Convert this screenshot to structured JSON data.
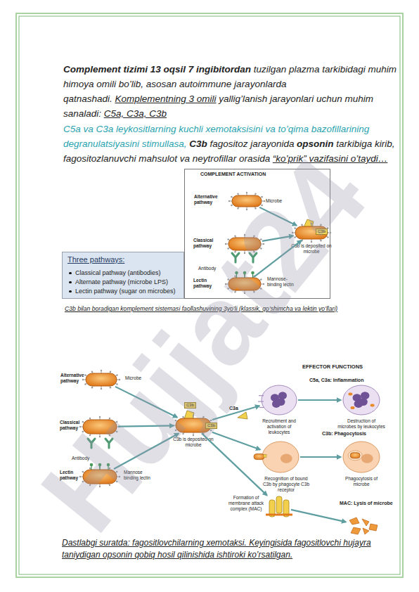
{
  "diagram": {
    "nodes": [
      {
        "text": [
          "COMPLEMENT ACTIVATION"
        ]
      },
      {
        "text": [
          "Alternative pathway"
        ],
        "in": 0
      },
      {
        "text": [
          "Classical pathway"
        ],
        "in": 0
      },
      {
        "text": [
          "Lectin pathway"
        ],
        "in": 0
      },
      {
        "text": [
          "C3b is deposited on microbe"
        ],
        "in": 0
      },
      {
        "text": [
          "Three pathways:",
          "Classical pathway (antibodies)",
          "Alternate pathway (microbe LPS)",
          "Lectin pathway (sugar on microbes)"
        ]
      },
      {
        "text": [
          "Alternative pathway"
        ]
      },
      {
        "text": [
          "Classical pathway"
        ]
      },
      {
        "text": [
          "Lectin pathway"
        ]
      },
      {
        "text": [
          "C3b is deposited on microbe"
        ]
      },
      {
        "text": [
          "Recruitment and activation of leukocytes"
        ]
      },
      {
        "text": [
          "Destruction of microbes by leukocytes"
        ]
      },
      {
        "text": [
          "Recognition of bound C3b by phagocyte C3b receptor"
        ]
      },
      {
        "text": [
          "Phagocytosis of microbe"
        ]
      },
      {
        "text": [
          "Formation of membrane attack complex (MAC)"
        ]
      },
      {
        "text": [
          "MAC: Lysis of microbe"
        ]
      }
    ],
    "edges": [
      {
        "from": 1,
        "to": 4,
        "arrow": "to"
      },
      {
        "from": 2,
        "to": 4,
        "arrow": "to"
      },
      {
        "from": 3,
        "to": 4,
        "arrow": "to"
      },
      {
        "from": 6,
        "to": 9,
        "arrow": "to"
      },
      {
        "from": 7,
        "to": 9,
        "arrow": "to"
      },
      {
        "from": 8,
        "to": 9,
        "arrow": "to"
      },
      {
        "from": 9,
        "to": 10,
        "arrow": "to"
      },
      {
        "from": 9,
        "to": 12,
        "arrow": "to"
      },
      {
        "from": 9,
        "to": 14,
        "arrow": "to"
      },
      {
        "from": 10,
        "to": 11,
        "arrow": "to"
      },
      {
        "from": 12,
        "to": 13,
        "arrow": "to"
      },
      {
        "from": 14,
        "to": 15,
        "arrow": "to"
      }
    ],
    "labels": [
      "Complement tizimi 13 oqsil 7 ingibitordan",
      "tuzilgan plazma tarkibidagi muhim himoya omili bo’lib, asosan autoimmune jarayonlarda qatnashadi.",
      "Komplementning 3 omili",
      "yallig’lanish jarayonlari uchun muhim sanaladi:",
      "C5a, C3a, C3b",
      "C5a va C3a leykositlarning kuchli xemotaksisini va to’qima bazofillarining degranulatsiyasini stimullasa,",
      "C3b",
      "fagositoz jarayonida",
      "opsonin",
      "tarkibiga kirib, fagositozlanuvchi mahsulot va neytrofillar orasida",
      "“ko’prik” vazifasini o’taydi…",
      "Microbe",
      "Antibody",
      "Mannose-binding lectin",
      "C3b",
      "C3b bilan boradigan komplement sistemasi faollashuvining 3yo’li (klassik, qo’shimcha va lektin yo’llari)",
      "Microbe",
      "Antibody",
      "Mannose binding lectin",
      "C3b",
      "C3b",
      "C3a",
      "EFFECTOR FUNCTIONS",
      "C5a, C3a: Inflammation",
      "C3b: Phagocytosis",
      "Dastlabgi suratda: fagositlovchilarning xemotaksi. Keyingisida fagositlovchi hujayra taniydigan opsonin qobiq hosil qilinishida ishtiroki ko’rsatilgan.",
      "Hujjat24"
    ]
  }
}
